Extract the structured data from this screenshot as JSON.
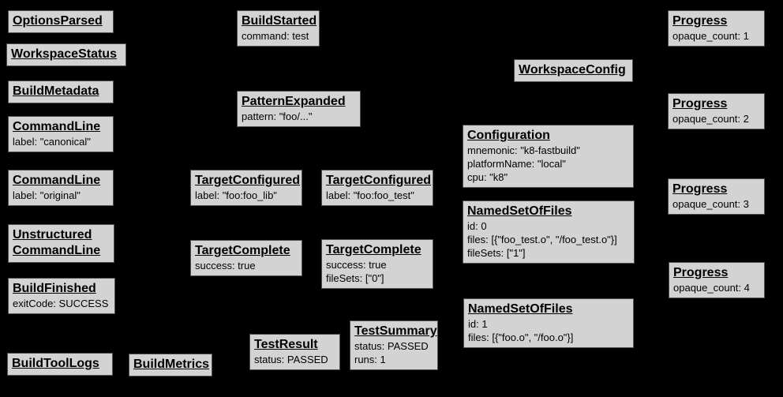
{
  "diagram": {
    "type": "build-event-graph",
    "background_color": "#000000",
    "node_fill_color": "#d3d3d3",
    "node_border_color": "#4f4f4f",
    "text_color": "#000000"
  },
  "nodes": [
    {
      "id": "options-parsed",
      "title": "OptionsParsed",
      "details": []
    },
    {
      "id": "workspace-status",
      "title": "WorkspaceStatus",
      "details": []
    },
    {
      "id": "build-metadata",
      "title": "BuildMetadata",
      "details": []
    },
    {
      "id": "command-line-canonical",
      "title": "CommandLine",
      "details": [
        "label: \"canonical\""
      ]
    },
    {
      "id": "command-line-original",
      "title": "CommandLine",
      "details": [
        "label: \"original\""
      ]
    },
    {
      "id": "unstructured-command-line",
      "title": "Unstructured",
      "title2": "CommandLine",
      "details": []
    },
    {
      "id": "build-finished",
      "title": "BuildFinished",
      "details": [
        "exitCode: SUCCESS"
      ]
    },
    {
      "id": "build-tool-logs",
      "title": "BuildToolLogs",
      "details": []
    },
    {
      "id": "build-metrics",
      "title": "BuildMetrics",
      "details": []
    },
    {
      "id": "build-started",
      "title": "BuildStarted",
      "details": [
        "command: test"
      ]
    },
    {
      "id": "pattern-expanded",
      "title": "PatternExpanded",
      "details": [
        "pattern: \"foo/...\""
      ]
    },
    {
      "id": "target-configured-foo-lib",
      "title": "TargetConfigured",
      "details": [
        "label: \"foo:foo_lib\""
      ]
    },
    {
      "id": "target-complete-foo-lib",
      "title": "TargetComplete",
      "details": [
        "success: true"
      ]
    },
    {
      "id": "test-result",
      "title": "TestResult",
      "details": [
        "status: PASSED"
      ]
    },
    {
      "id": "target-configured-foo-test",
      "title": "TargetConfigured",
      "details": [
        "label: \"foo:foo_test\""
      ]
    },
    {
      "id": "target-complete-foo-test",
      "title": "TargetComplete",
      "details": [
        "success: true",
        "fileSets: [\"0\"]"
      ]
    },
    {
      "id": "test-summary",
      "title": "TestSummary",
      "details": [
        "status: PASSED",
        "runs: 1"
      ]
    },
    {
      "id": "workspace-config",
      "title": "WorkspaceConfig",
      "details": []
    },
    {
      "id": "configuration",
      "title": "Configuration",
      "details": [
        "mnemonic: \"k8-fastbuild\"",
        "platformName: \"local\"",
        "cpu: \"k8\""
      ]
    },
    {
      "id": "named-set-of-files-0",
      "title": "NamedSetOfFiles",
      "details": [
        "id: 0",
        "files: [{\"foo_test.o\", \"/foo_test.o\"}]",
        "fileSets: [\"1\"]"
      ]
    },
    {
      "id": "named-set-of-files-1",
      "title": "NamedSetOfFiles",
      "details": [
        "id: 1",
        "files: [{\"foo.o\", \"/foo.o\"}]"
      ]
    },
    {
      "id": "progress-1",
      "title": "Progress",
      "details": [
        "opaque_count: 1"
      ]
    },
    {
      "id": "progress-2",
      "title": "Progress",
      "details": [
        "opaque_count: 2"
      ]
    },
    {
      "id": "progress-3",
      "title": "Progress",
      "details": [
        "opaque_count: 3"
      ]
    },
    {
      "id": "progress-4",
      "title": "Progress",
      "details": [
        "opaque_count: 4"
      ]
    }
  ]
}
